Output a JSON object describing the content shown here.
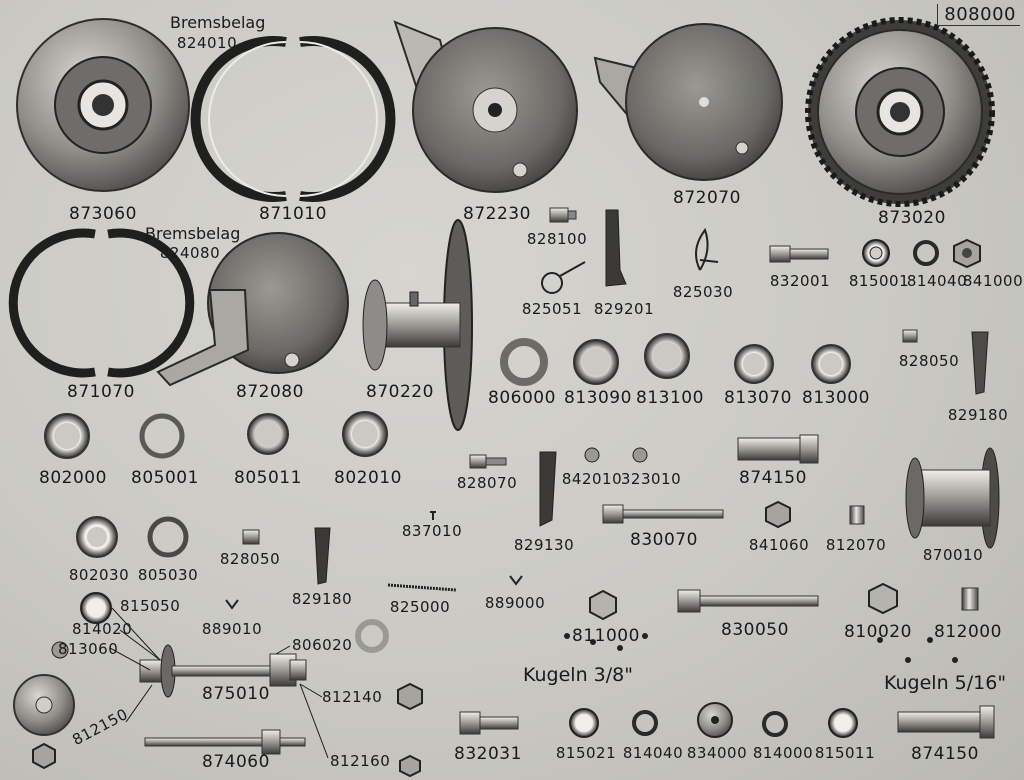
{
  "plate_number": "808000",
  "words": {
    "bremsbelag_top": "Bremsbelag",
    "bremsbelag_left": "Bremsbelag",
    "kugeln_38": "Kugeln 3/8\"",
    "kugeln_516": "Kugeln 5/16\""
  },
  "labels": {
    "p824010": "824010",
    "p824080": "824080",
    "p873060": "873060",
    "p871010": "871010",
    "p872230": "872230",
    "p872070": "872070",
    "p873020": "873020",
    "p828100": "828100",
    "p832001": "832001",
    "p815001": "815001",
    "p814040a": "814040",
    "p841000": "841000",
    "p825051": "825051",
    "p829201": "829201",
    "p825030": "825030",
    "p871070": "871070",
    "p872080": "872080",
    "p870220": "870220",
    "p806000": "806000",
    "p813090": "813090",
    "p813100": "813100",
    "p813070": "813070",
    "p813000": "813000",
    "p828050a": "828050",
    "p829180a": "829180",
    "p802000": "802000",
    "p805001": "805001",
    "p805011": "805011",
    "p802010": "802010",
    "p828070": "828070",
    "p842010": "842010",
    "p323010": "323010",
    "p874150a": "874150",
    "p837010": "837010",
    "p829130": "829130",
    "p830070": "830070",
    "p841060": "841060",
    "p812070": "812070",
    "p870010": "870010",
    "p802030": "802030",
    "p805030": "805030",
    "p828050b": "828050",
    "p829180b": "829180",
    "p825000": "825000",
    "p889000": "889000",
    "p815050": "815050",
    "p814020": "814020",
    "p889010": "889010",
    "p806020": "806020",
    "p811000": "811000",
    "p830050": "830050",
    "p810020": "810020",
    "p812000": "812000",
    "p813060": "813060",
    "p875010": "875010",
    "p812140": "812140",
    "p812150": "812150",
    "p874060": "874060",
    "p812160": "812160",
    "p832031": "832031",
    "p815021": "815021",
    "p814040b": "814040",
    "p834000": "834000",
    "p814000": "814000",
    "p815011": "815011",
    "p874150b": "874150"
  },
  "colors": {
    "paper": "#c9c8c3",
    "metal_dark": "#4a4a48",
    "metal_mid": "#8d8c88",
    "metal_light": "#e2e1dc",
    "ink": "#1a1a1a"
  }
}
